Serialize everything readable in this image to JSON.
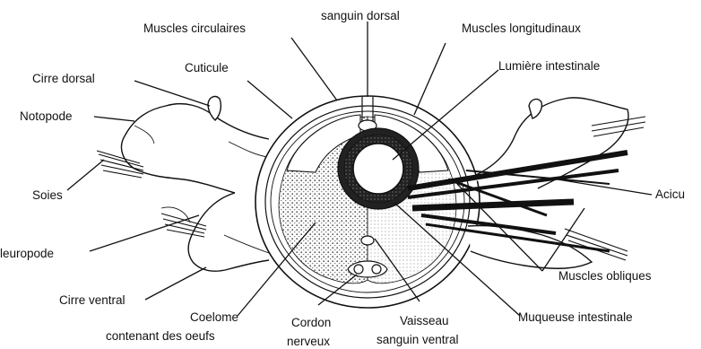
{
  "labels": {
    "sanguin_dorsal": "sanguin dorsal",
    "muscles_circulaires": "Muscles circulaires",
    "muscles_longitudinaux": "Muscles longitudinaux",
    "cirre_dorsal": "Cirre dorsal",
    "cuticule": "Cuticule",
    "lumiere_intestinale": "Lumière intestinale",
    "notopode": "Notopode",
    "soies": "Soies",
    "acicule": "Acicu",
    "neuropode": "leuropode",
    "muscles_obliques": "Muscles obliques",
    "cirre_ventral": "Cirre ventral",
    "coelome_line1": "Coelome",
    "coelome_line2": "contenant des oeufs",
    "cordon_line1": "Cordon",
    "cordon_line2": "nerveux",
    "vaisseau_line1": "Vaisseau",
    "vaisseau_line2": "sanguin ventral",
    "muqueuse_intestinale": "Muqueuse intestinale"
  },
  "colors": {
    "ink": "#111111",
    "paper": "#ffffff",
    "stipple": "#555555"
  }
}
